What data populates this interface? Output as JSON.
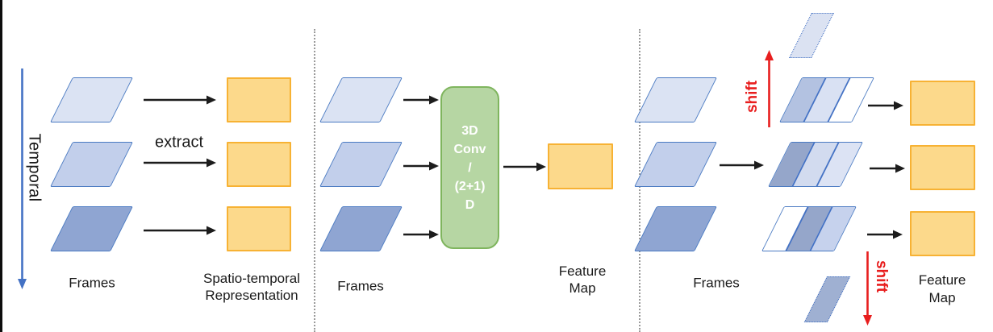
{
  "figure": {
    "type": "diagram",
    "topic": "Temporal modeling of video frames: 2D extraction vs 3D/(2+1)D convolution vs temporal shift"
  },
  "colors": {
    "frame_light_blue": "#dbe3f3",
    "frame_mid_blue": "#c2cfeb",
    "frame_dark_blue": "#8fa5d2",
    "frame_border_blue": "#4a7ac2",
    "shifted_seg_medium": "#b3c2e1",
    "shifted_seg_dark": "#95a6ca",
    "shifted_seg_light": "#d9e1f3",
    "feature_map_fill": "#fcd98b",
    "feature_map_border": "#f7b234",
    "conv_box_fill": "#b6d6a3",
    "conv_box_border": "#7fb55e",
    "temporal_axis_blue": "#4472c4",
    "shift_red": "#e81e1e",
    "arrow_black": "#1c1c1c"
  },
  "panel_2d": {
    "temporal_label": "Temporal",
    "extract_label": "extract",
    "frames_label": "Frames",
    "output_label": [
      "Spatio-temporal",
      "Representation"
    ]
  },
  "panel_3d": {
    "frames_label": "Frames",
    "conv_box_lines": [
      "3D",
      "Conv",
      "/",
      "(2+1)",
      "D"
    ],
    "output_label": [
      "Feature",
      "Map"
    ]
  },
  "panel_shift": {
    "frames_label": "Frames",
    "shift_up_label": "shift",
    "shift_down_label": "shift",
    "output_label": [
      "Feature",
      "Map"
    ]
  }
}
